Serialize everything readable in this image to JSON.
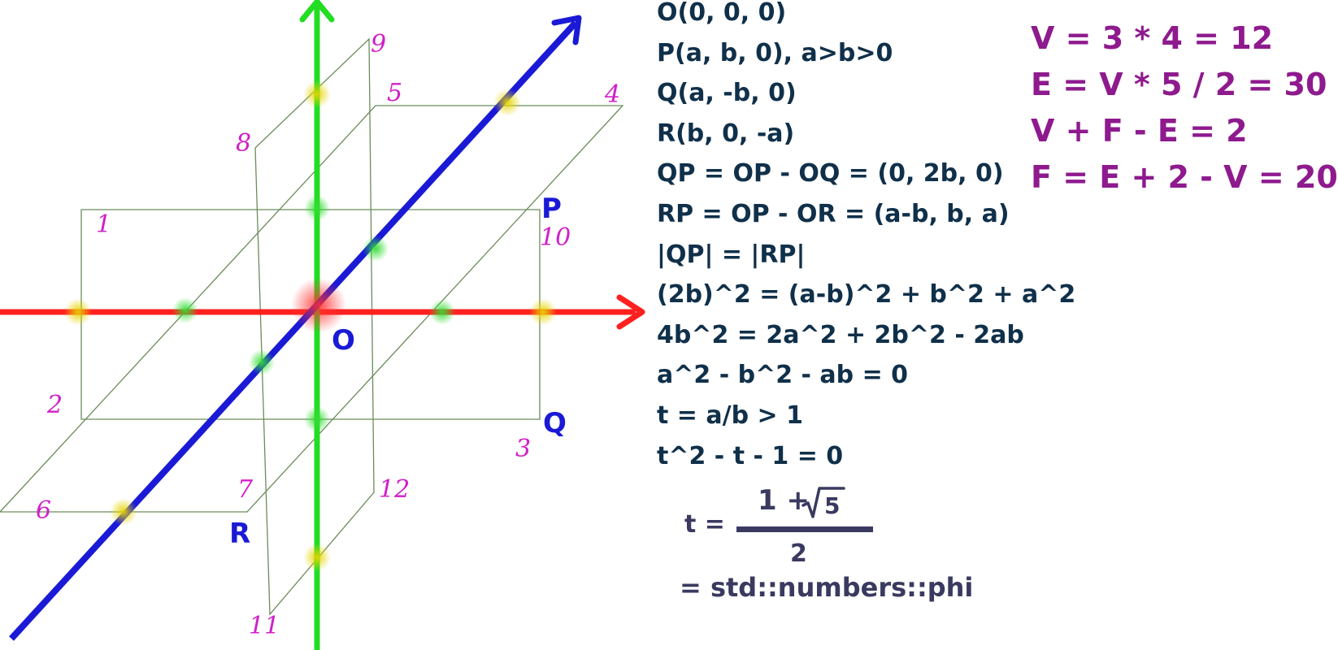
{
  "points": {
    "P": "P",
    "Q": "Q",
    "R": "R",
    "O": "O"
  },
  "vertex_numbers": [
    "1",
    "2",
    "3",
    "4",
    "5",
    "6",
    "7",
    "8",
    "9",
    "10",
    "11",
    "12"
  ],
  "derivation": [
    "O(0, 0, 0)",
    "P(a, b, 0), a>b>0",
    "Q(a, -b, 0)",
    "R(b, 0, -a)",
    "QP = OP - OQ = (0, 2b, 0)",
    "RP = OP - OR = (a-b, b, a)",
    "|QP| = |RP|",
    "(2b)^2 = (a-b)^2 + b^2 + a^2",
    "4b^2 = 2a^2 + 2b^2 - 2ab",
    "a^2 - b^2 - ab = 0",
    "t = a/b > 1",
    "t^2 - t - 1 = 0"
  ],
  "formula": {
    "lhs": "t =",
    "numerator": "1 +",
    "radicand": "5",
    "denominator": "2",
    "result": "= std::numbers::phi"
  },
  "euler": [
    "V = 3 * 4 = 12",
    "E = V * 5 / 2 = 30",
    "V + F - E = 2",
    "F = E + 2 - V = 20"
  ],
  "colors": {
    "x_axis": "#ff2020",
    "y_axis": "#22dd22",
    "z_axis": "#1a1ad6",
    "rectangles": "#6a8c5a",
    "vertex_numbers": "#d020c8",
    "point_labels": "#1a1ad6",
    "derivation_text": "#10304a",
    "euler_text": "#8e1a8e",
    "formula_text": "#3a3a60"
  }
}
